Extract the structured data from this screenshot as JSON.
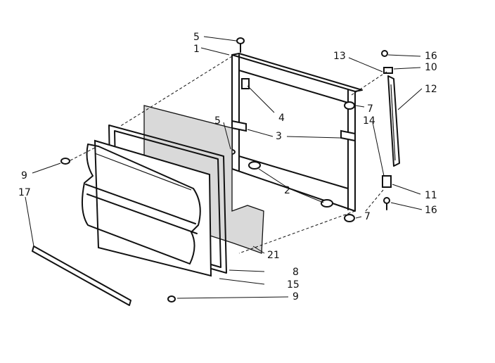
{
  "callouts": {
    "c5a": "5",
    "c1": "1",
    "c4": "4",
    "c5b": "5",
    "c3": "3",
    "c2": "2",
    "c13": "13",
    "c16a": "16",
    "c10": "10",
    "c12": "12",
    "c7a": "7",
    "c14": "14",
    "c11": "11",
    "c16b": "16",
    "c7b": "7",
    "c9a": "9",
    "c17": "17",
    "c21": "21",
    "c8": "8",
    "c15": "15",
    "c9b": "9"
  }
}
